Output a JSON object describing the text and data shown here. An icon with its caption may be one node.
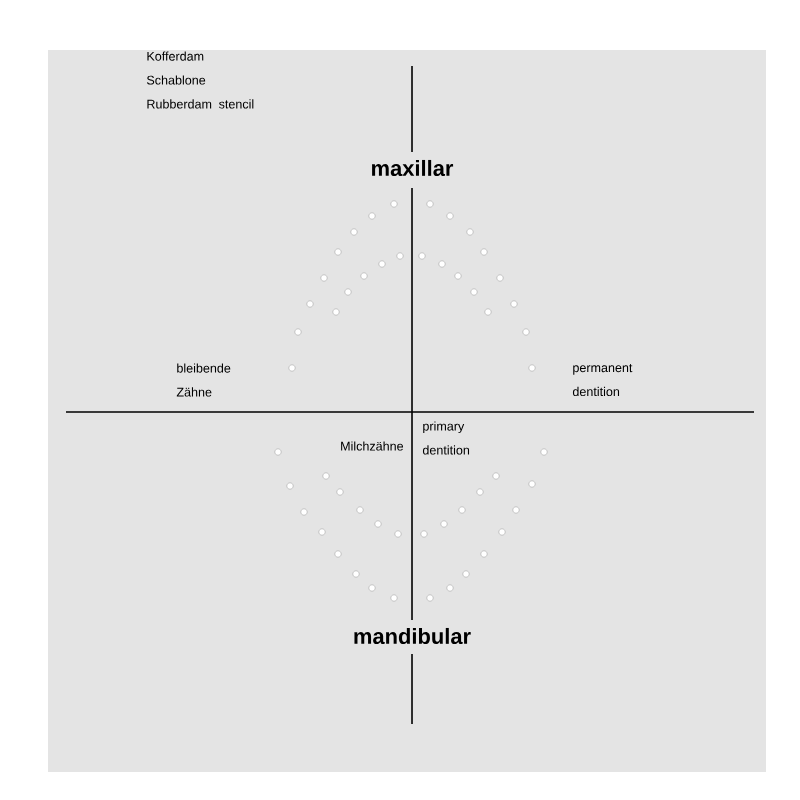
{
  "diagram": {
    "labels": [
      "Kofferdam Schablone Rubberdam stencil",
      "maxillar",
      "bleibende Zähne",
      "permanent dentition",
      "Milchzähne",
      "primary dentition",
      "mandibular"
    ]
  }
}
